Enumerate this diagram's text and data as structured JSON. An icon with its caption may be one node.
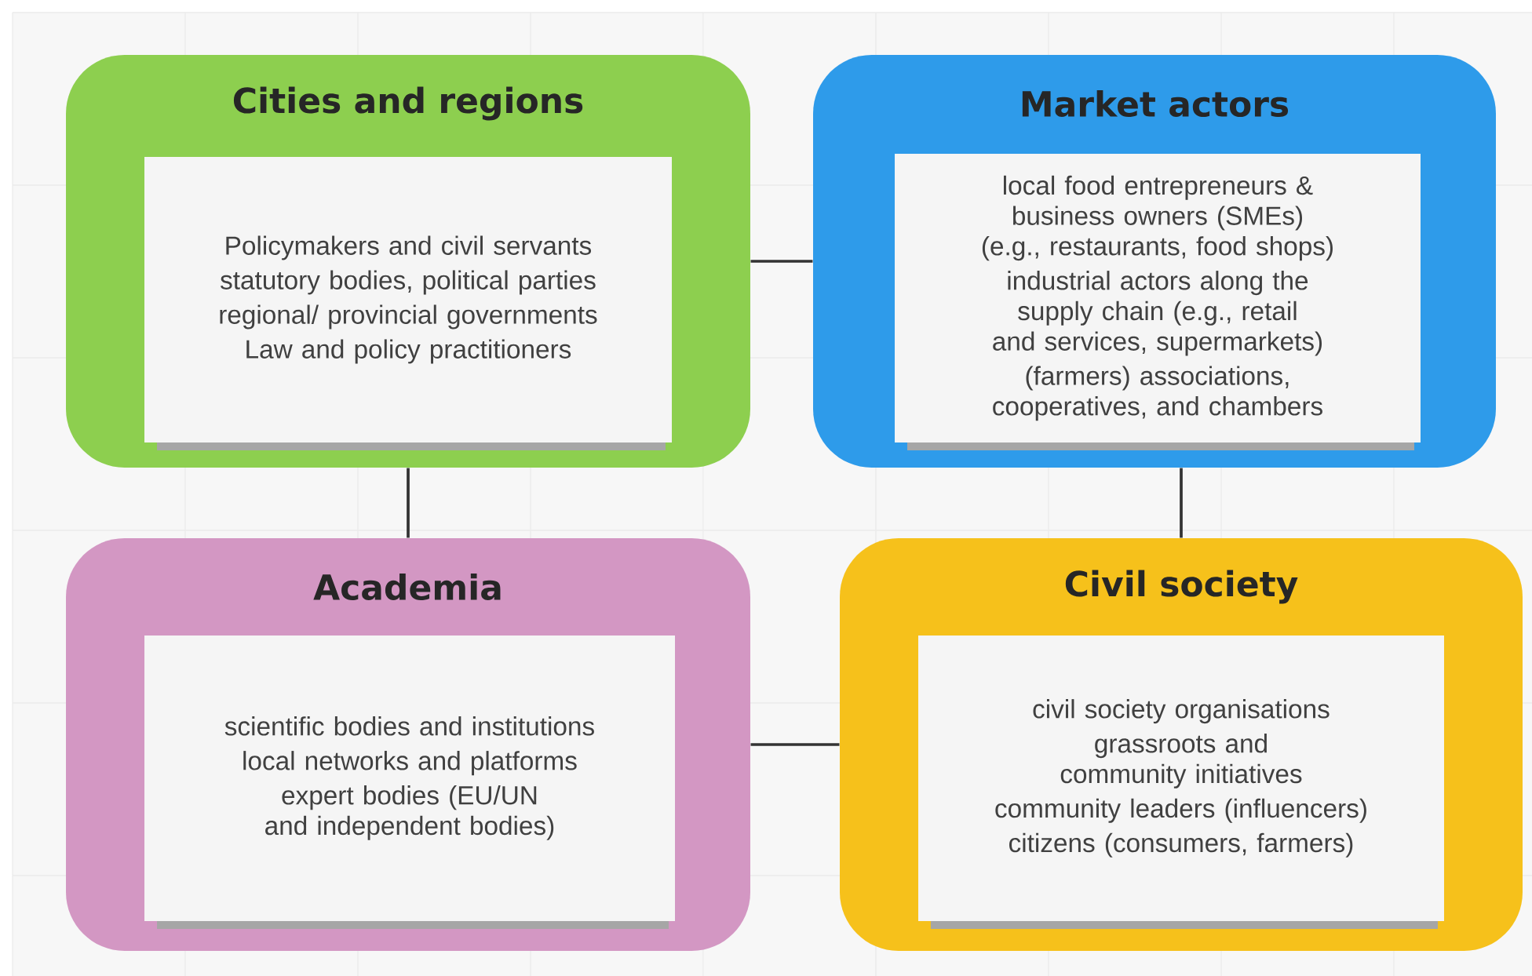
{
  "diagram": {
    "nodes": [
      {
        "text": [
          "Cities and regions"
        ]
      },
      {
        "text": [
          "Policymakers and civil servants",
          "statutory bodies, political parties",
          "regional/ provincial governments",
          "Law and policy practitioners"
        ],
        "in": 0
      },
      {
        "text": [
          "Market actors"
        ]
      },
      {
        "text": [
          "local food entrepreneurs & business owners (SMEs) (e.g., restaurants, food shops)",
          "industrial actors along the supply chain (e.g., retail and services, supermarkets)",
          "(farmers) associations, cooperatives, and chambers"
        ],
        "in": 2
      },
      {
        "text": [
          "Academia"
        ]
      },
      {
        "text": [
          "scientific bodies and institutions",
          "local networks and platforms",
          "expert bodies (EU/UN and independent bodies)"
        ],
        "in": 4
      },
      {
        "text": [
          "Civil society"
        ]
      },
      {
        "text": [
          "civil society organisations",
          "grassroots and community initiatives",
          "community leaders (influencers)",
          "citizens (consumers, farmers)"
        ],
        "in": 6
      }
    ],
    "edges": [
      {
        "from": 0,
        "to": 2,
        "arrow": "none"
      },
      {
        "from": 0,
        "to": 4,
        "arrow": "none"
      },
      {
        "from": 2,
        "to": 6,
        "arrow": "none"
      },
      {
        "from": 4,
        "to": 6,
        "arrow": "none"
      }
    ]
  }
}
